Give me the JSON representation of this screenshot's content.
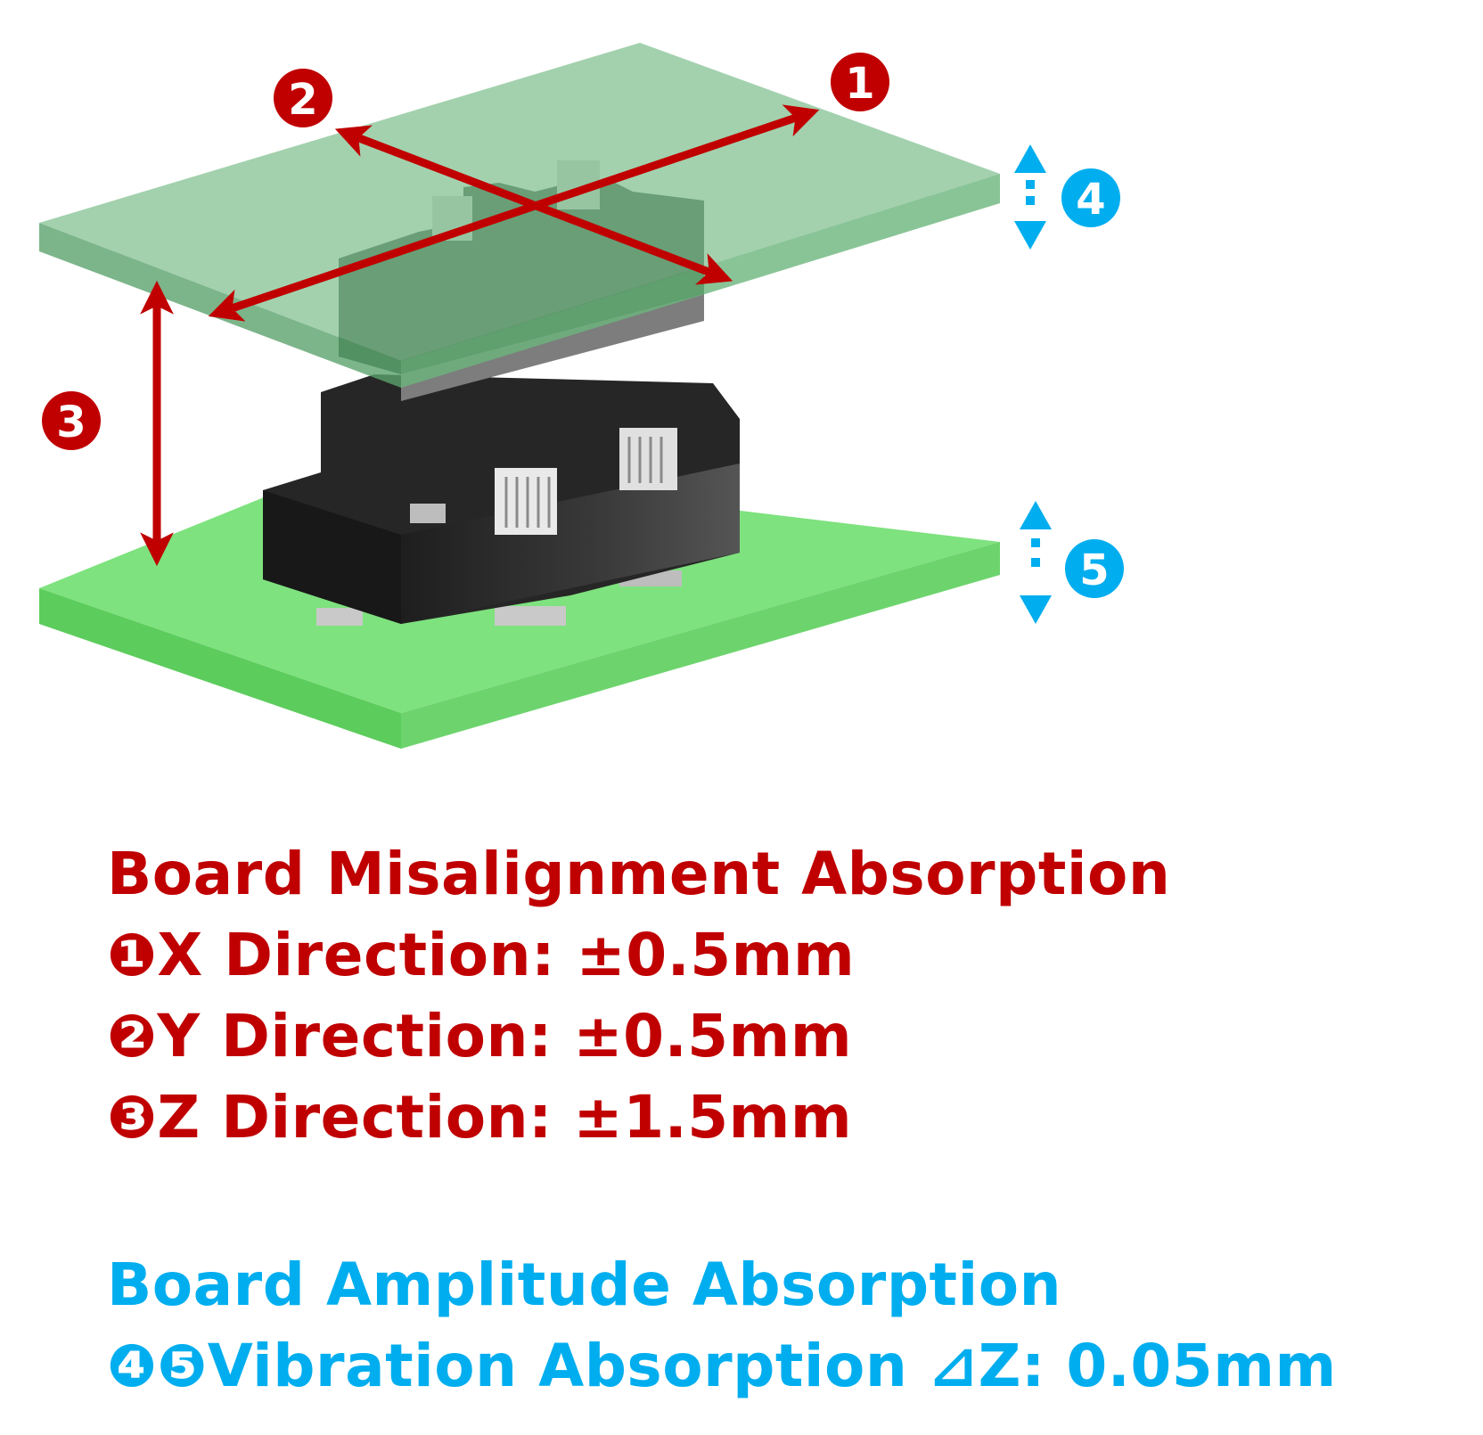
{
  "colors": {
    "misalignment": "#c00000",
    "amplitude": "#00aeef",
    "lower_board": "#7ee27e",
    "upper_board": "#8fcfa0",
    "connector_body": "#2b2b2b"
  },
  "diagram": {
    "markers": [
      {
        "number": "1",
        "group": "misalignment",
        "icon": "circled-1-icon"
      },
      {
        "number": "2",
        "group": "misalignment",
        "icon": "circled-2-icon"
      },
      {
        "number": "3",
        "group": "misalignment",
        "icon": "circled-3-icon"
      },
      {
        "number": "4",
        "group": "amplitude",
        "icon": "circled-4-icon"
      },
      {
        "number": "5",
        "group": "amplitude",
        "icon": "circled-5-icon"
      }
    ]
  },
  "misalignment": {
    "heading": "Board Misalignment Absorption",
    "lines": [
      "❶X Direction: ±0.5mm",
      "❷Y Direction: ±0.5mm",
      "❸Z Direction: ±1.5mm"
    ]
  },
  "amplitude": {
    "heading": "Board Amplitude Absorption",
    "lines": [
      "❹❺Vibration Absorption ⊿Z: 0.05mm"
    ]
  }
}
